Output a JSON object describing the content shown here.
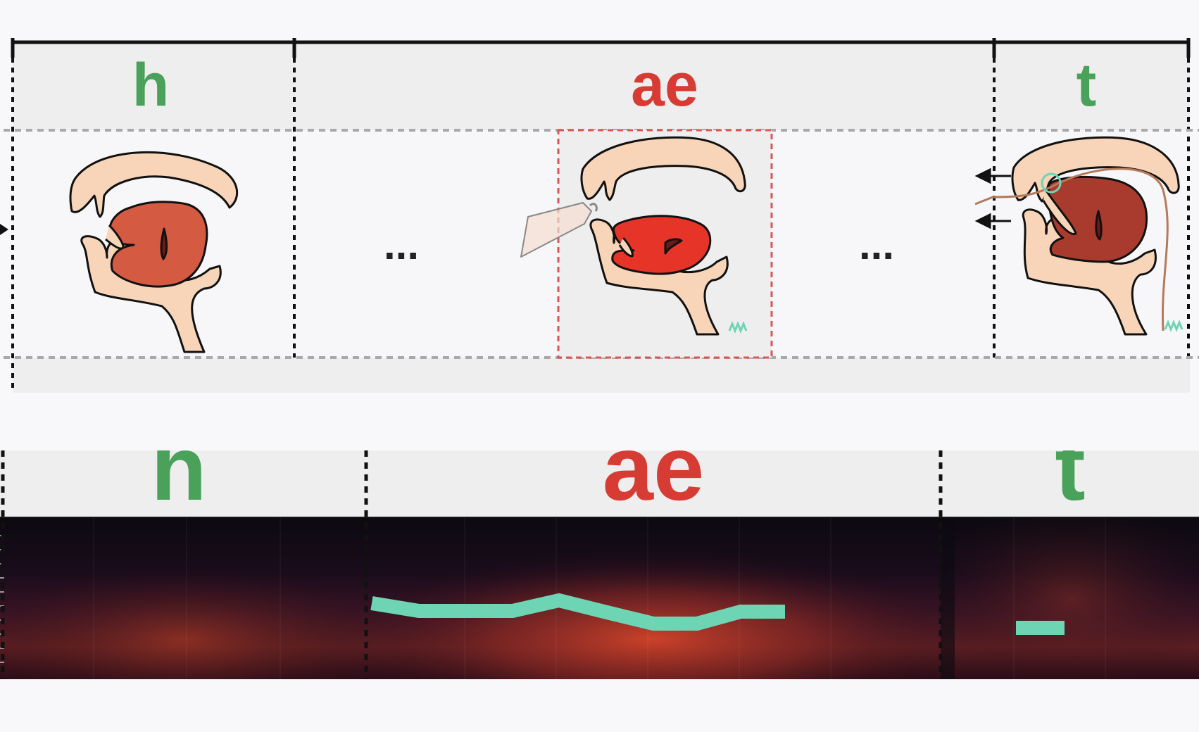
{
  "top_panel": {
    "phonemes": [
      {
        "id": "h",
        "label": "h",
        "color": "#4aa15a"
      },
      {
        "id": "ae",
        "label": "ae",
        "color": "#d63c33"
      },
      {
        "id": "t",
        "label": "t",
        "color": "#4aa15a"
      }
    ],
    "ellipsis_left": "...",
    "ellipsis_right": "..."
  },
  "bottom_panel": {
    "phonemes": [
      {
        "id": "h",
        "label": "h",
        "color": "#4aa15a"
      },
      {
        "id": "ae",
        "label": "ae",
        "color": "#d63c33"
      },
      {
        "id": "t",
        "label": "t",
        "color": "#4aa15a"
      }
    ]
  },
  "colors": {
    "label_band": "#efeeef",
    "panel_bg": "#f7f7fa",
    "highlight_box": "#d95652",
    "pitch_line": "#6dd4b4",
    "palate": "#f8d5b8",
    "tongue_h": "#d45a42",
    "tongue_ae": "#e63528",
    "tongue_t": "#a93b2e"
  }
}
